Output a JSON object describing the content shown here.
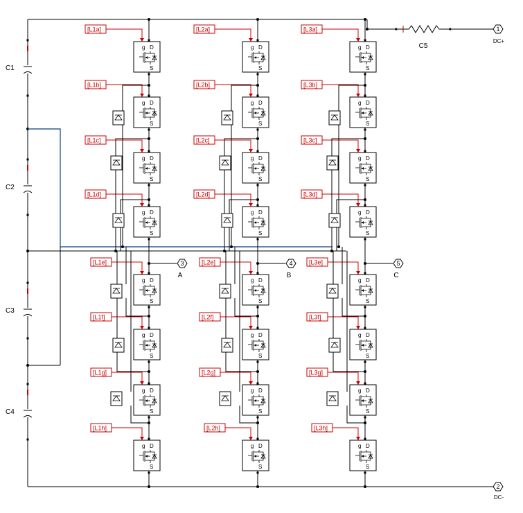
{
  "colors": {
    "wire": "#000000",
    "tag": "#cc0000",
    "selected_wire": "#2e5c94"
  },
  "capacitors": [
    {
      "label": "C1"
    },
    {
      "label": "C2"
    },
    {
      "label": "C3"
    },
    {
      "label": "C4"
    }
  ],
  "resistor": {
    "label": "C5"
  },
  "ports": [
    {
      "num": "1",
      "name": "DC+"
    },
    {
      "num": "2",
      "name": "DC-"
    },
    {
      "num": "3",
      "name": "A"
    },
    {
      "num": "4",
      "name": "B"
    },
    {
      "num": "5",
      "name": "C"
    }
  ],
  "legs": [
    {
      "tags": [
        "[L1a]",
        "[L1b]",
        "[L1c]",
        "[L1d]",
        "[L1e]",
        "[L1f]",
        "[L1g]",
        "[L1h]"
      ]
    },
    {
      "tags": [
        "[L2a]",
        "[L2b]",
        "[L2c]",
        "[L2d]",
        "[L2e]",
        "[L2f]",
        "[L2g]",
        "[L2h]"
      ]
    },
    {
      "tags": [
        "[L3a]",
        "[L3b]",
        "[L3c]",
        "[L3d]",
        "[L3e]",
        "[L3f]",
        "[L3g]",
        "[L3h]"
      ]
    }
  ],
  "mosfet_terminals": {
    "gate": "g",
    "drain": "D",
    "source": "S"
  }
}
